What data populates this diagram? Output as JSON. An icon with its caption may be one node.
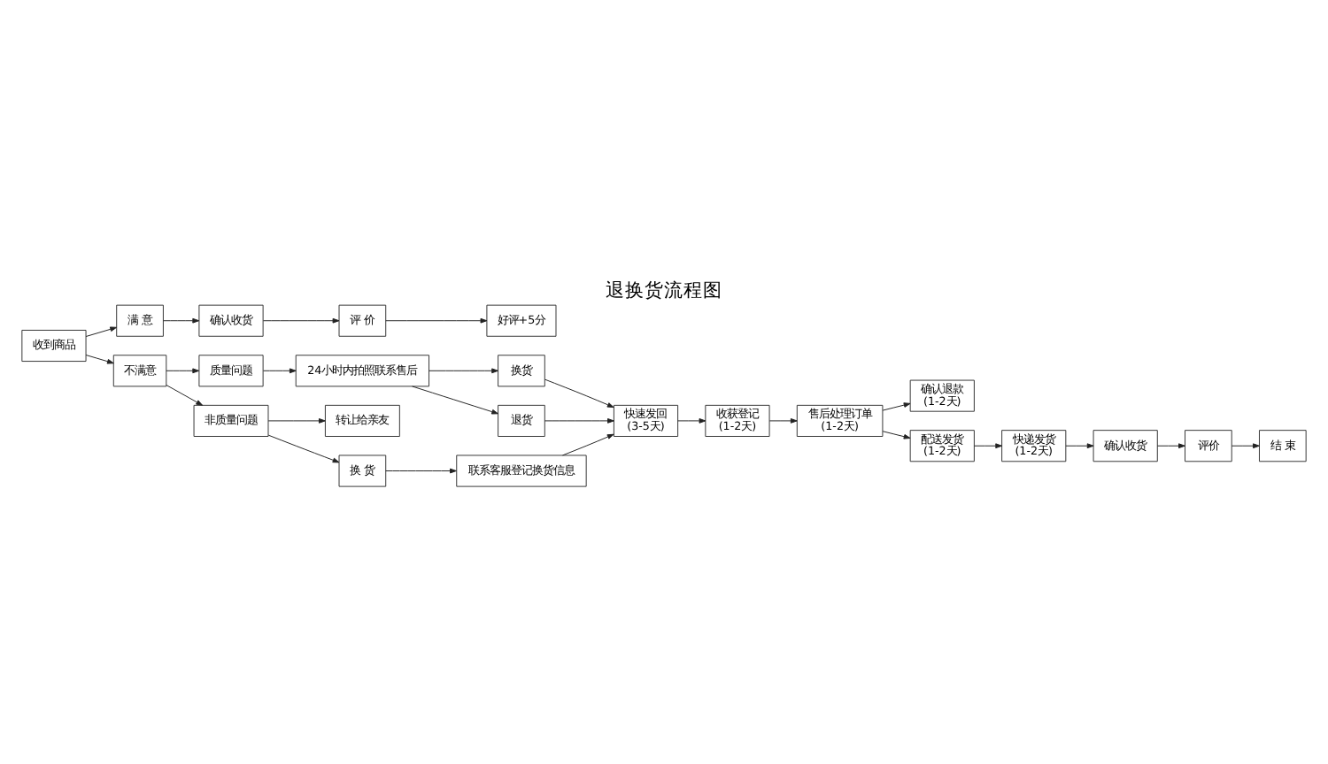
{
  "diagram": {
    "title": "退换货流程图",
    "nodes": [
      {
        "text": [
          "收到商品"
        ]
      },
      {
        "text": [
          "满 意"
        ]
      },
      {
        "text": [
          "确认收货"
        ]
      },
      {
        "text": [
          "评 价"
        ]
      },
      {
        "text": [
          "好评+5分"
        ]
      },
      {
        "text": [
          "不满意"
        ]
      },
      {
        "text": [
          "质量问题"
        ]
      },
      {
        "text": [
          "24小时内拍照联系售后"
        ]
      },
      {
        "text": [
          "换货"
        ]
      },
      {
        "text": [
          "退货"
        ]
      },
      {
        "text": [
          "非质量问题"
        ]
      },
      {
        "text": [
          "转让给亲友"
        ]
      },
      {
        "text": [
          "换 货"
        ]
      },
      {
        "text": [
          "联系客服登记换货信息"
        ]
      },
      {
        "text": [
          "快速发回",
          "(3-5天)"
        ]
      },
      {
        "text": [
          "收获登记",
          "(1-2天)"
        ]
      },
      {
        "text": [
          "售后处理订单",
          "(1-2天)"
        ]
      },
      {
        "text": [
          "确认退款",
          "(1-2天)"
        ]
      },
      {
        "text": [
          "配送发货",
          "(1-2天)"
        ]
      },
      {
        "text": [
          "快递发货",
          "(1-2天)"
        ]
      },
      {
        "text": [
          "确认收货"
        ]
      },
      {
        "text": [
          "评价"
        ]
      },
      {
        "text": [
          "结 束"
        ]
      }
    ],
    "edges": [
      {
        "from": 0,
        "to": 1,
        "arrow": "to"
      },
      {
        "from": 1,
        "to": 2,
        "arrow": "to"
      },
      {
        "from": 2,
        "to": 3,
        "arrow": "to"
      },
      {
        "from": 3,
        "to": 4,
        "arrow": "to"
      },
      {
        "from": 0,
        "to": 5,
        "arrow": "to"
      },
      {
        "from": 5,
        "to": 6,
        "arrow": "to"
      },
      {
        "from": 6,
        "to": 7,
        "arrow": "to"
      },
      {
        "from": 7,
        "to": 8,
        "arrow": "to"
      },
      {
        "from": 7,
        "to": 9,
        "arrow": "to"
      },
      {
        "from": 5,
        "to": 10,
        "arrow": "to"
      },
      {
        "from": 10,
        "to": 11,
        "arrow": "to"
      },
      {
        "from": 10,
        "to": 12,
        "arrow": "to"
      },
      {
        "from": 12,
        "to": 13,
        "arrow": "to"
      },
      {
        "from": 13,
        "to": 14,
        "arrow": "to"
      },
      {
        "from": 8,
        "to": 14,
        "arrow": "to"
      },
      {
        "from": 9,
        "to": 14,
        "arrow": "to"
      },
      {
        "from": 14,
        "to": 15,
        "arrow": "to"
      },
      {
        "from": 15,
        "to": 16,
        "arrow": "to"
      },
      {
        "from": 16,
        "to": 17,
        "arrow": "to"
      },
      {
        "from": 16,
        "to": 18,
        "arrow": "to"
      },
      {
        "from": 18,
        "to": 19,
        "arrow": "to"
      },
      {
        "from": 19,
        "to": 20,
        "arrow": "to"
      },
      {
        "from": 20,
        "to": 21,
        "arrow": "to"
      },
      {
        "from": 21,
        "to": 22,
        "arrow": "to"
      }
    ]
  }
}
